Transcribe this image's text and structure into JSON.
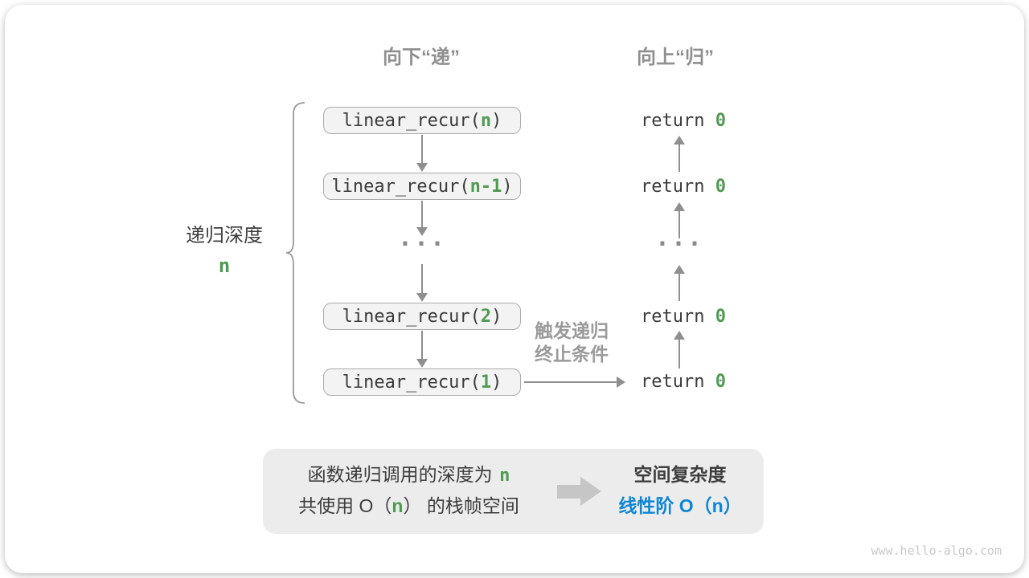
{
  "headers": {
    "descend": "向下“递”",
    "ascend": "向上“归”"
  },
  "depth_brace": {
    "label": "递归深度",
    "value": "n"
  },
  "calls": {
    "c0": {
      "pre": "linear_recur(",
      "arg": "n",
      "post": ")"
    },
    "c1": {
      "pre": "linear_recur(",
      "arg": "n-1",
      "post": ")"
    },
    "c2": {
      "pre": "linear_recur(",
      "arg": "2",
      "post": ")"
    },
    "c3": {
      "pre": "linear_recur(",
      "arg": "1",
      "post": ")"
    },
    "ellipsis": "..."
  },
  "returns": {
    "keyword": "return ",
    "value": "0",
    "ellipsis": "..."
  },
  "base_case": {
    "line1": "触发递归",
    "line2": "终止条件"
  },
  "summary": {
    "line1_text": "函数递归调用的深度为 ",
    "line1_value": "n",
    "line2_pre": "共使用 O（",
    "line2_value": "n",
    "line2_post": "） 的栈帧空间",
    "right_title": "空间复杂度",
    "right_result": "线性阶 O（n）"
  },
  "watermark": "www.hello-algo.com",
  "colors": {
    "green": "#4f9b52",
    "blue": "#0e86d4",
    "arrow": "#8f8f8f",
    "box_bg": "#f3f3f3",
    "box_border": "#ababab",
    "summary_bg": "#ececec"
  }
}
